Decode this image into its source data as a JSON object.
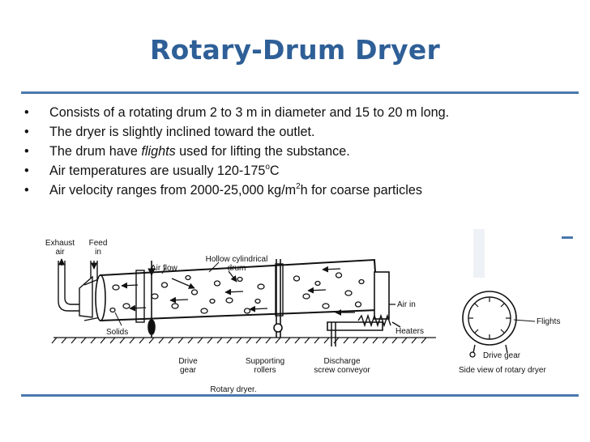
{
  "slide": {
    "title": "Rotary-Drum Dryer",
    "accent_color": "#2e5f97",
    "rule_color": "#4a78ae",
    "bullet_glyph": "•",
    "bullets": [
      {
        "text": "Consists of a rotating drum 2 to 3 m in diameter and 15 to 20 m long."
      },
      {
        "text": "The dryer is slightly inclined toward the outlet."
      },
      {
        "pre": "The drum have ",
        "em": "flights",
        "post": " used for lifting the substance."
      },
      {
        "pre": "Air temperatures are usually 120-175",
        "sup": "o",
        "post": "C"
      },
      {
        "pre": "Air velocity ranges from 2000-25,000 kg/m",
        "sup": "2",
        "post": "h for coarse particles"
      }
    ]
  },
  "diagram": {
    "labels": {
      "exhaust": [
        "Exhaust",
        "air"
      ],
      "feed": [
        "Feed",
        "in"
      ],
      "air_flow": "Air flow",
      "hollow": [
        "Hollow cylindrical",
        "drum"
      ],
      "air_in": "Air in",
      "heaters": "Heaters",
      "solids": "Solids",
      "drive_gear": [
        "Drive",
        "gear"
      ],
      "supporting": [
        "Supporting",
        "rollers"
      ],
      "discharge": [
        "Discharge",
        "screw conveyor"
      ],
      "caption": "Rotary dryer.",
      "flights": "Flights",
      "side_drive_gear": "Drive gear",
      "side_view": "Side view of rotary dryer"
    }
  }
}
